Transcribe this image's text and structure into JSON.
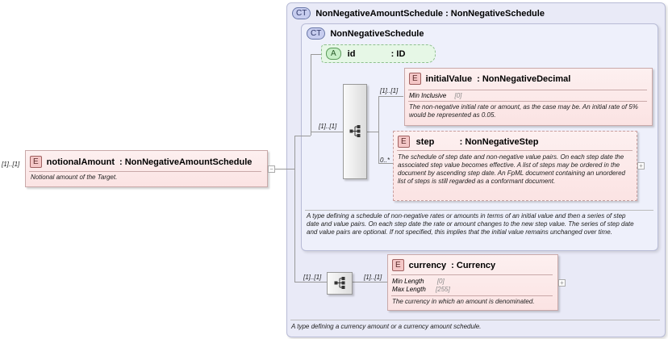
{
  "notional": {
    "cardinality": "[1]..[1]",
    "badge": "E",
    "name": "notionalAmount",
    "type": ": NonNegativeAmountSchedule",
    "doc": "Notional amount of the Target."
  },
  "outer": {
    "badge": "CT",
    "title": "NonNegativeAmountSchedule : NonNegativeSchedule",
    "doc": "A type defining a currency amount or a currency amount schedule."
  },
  "inner": {
    "badge": "CT",
    "title": "NonNegativeSchedule",
    "doc": "A type defining a schedule of non-negative rates or amounts in terms of an initial value and then a series of step date and value pairs. On each step date the rate or amount changes to the new step value. The series of step date and value pairs are optional. If not specified, this implies that the initial value remains unchanged over time."
  },
  "attr_id": {
    "badge": "A",
    "name": "id",
    "type": ": ID"
  },
  "seq1": {
    "cardinality": "[1]..[1]"
  },
  "initialValue": {
    "cardinality": "[1]..[1]",
    "badge": "E",
    "name": "initialValue",
    "type": ": NonNegativeDecimal",
    "facet_label": "Min Inclusive",
    "facet_value": "[0]",
    "doc": "The non-negative initial rate or amount, as the case may be. An initial rate of 5% would be represented as 0.05."
  },
  "step": {
    "cardinality": "0..*",
    "badge": "E",
    "name": "step",
    "type": ": NonNegativeStep",
    "doc": "The schedule of step date and non-negative value pairs. On each step date the associated step value becomes effective. A list of steps may be ordered in the document by ascending step date. An FpML document containing an unordered list of steps is still regarded as a conformant document."
  },
  "seq2": {
    "cardinality": "[1]..[1]"
  },
  "currency": {
    "cardinality": "[1]..[1]",
    "badge": "E",
    "name": "currency",
    "type": ": Currency",
    "facet1_label": "Min Length",
    "facet1_value": "[0]",
    "facet2_label": "Max Length",
    "facet2_value": "[255]",
    "doc": "The currency in which an amount is denominated."
  }
}
